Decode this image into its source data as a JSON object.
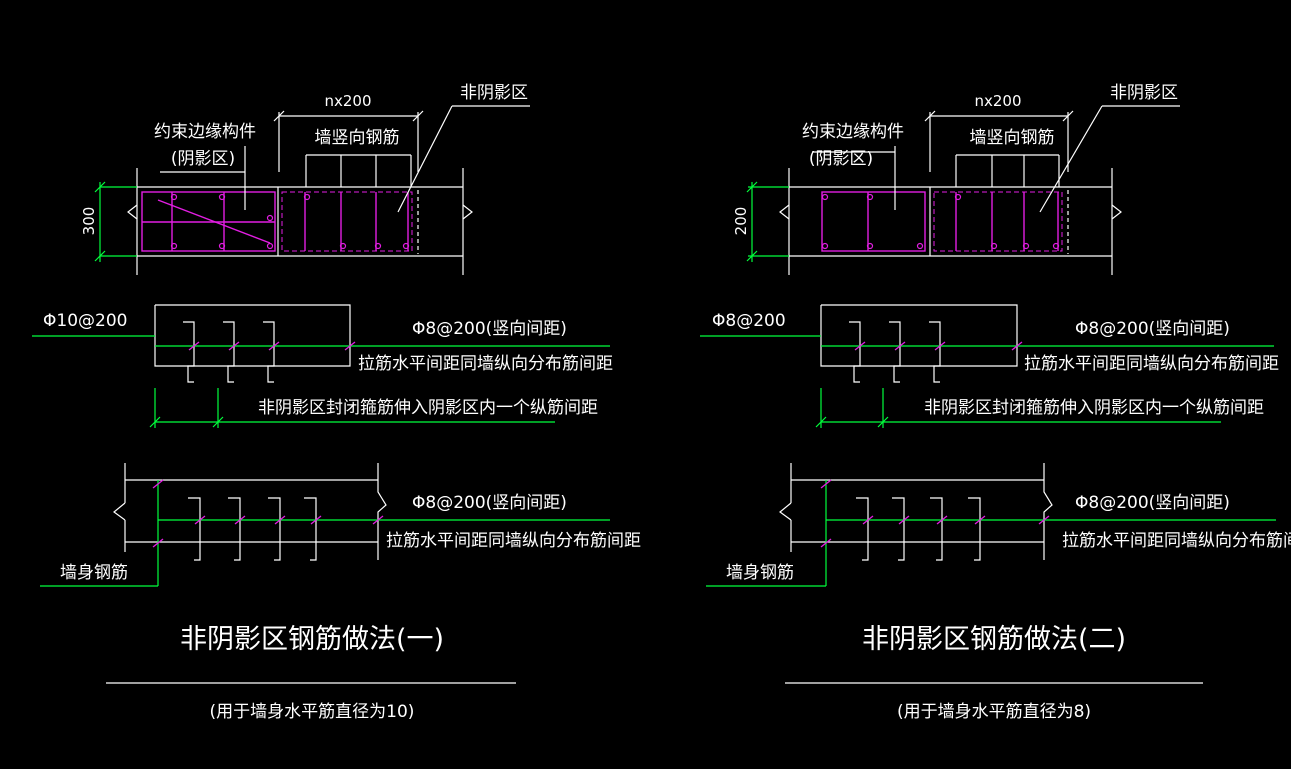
{
  "details": [
    {
      "dim_top": "nx200",
      "label_nonshadow": "非阴影区",
      "label_edge_member": "约束边缘构件",
      "label_shadow": "(阴影区)",
      "label_vertical_bar": "墙竖向钢筋",
      "dim_height": "300",
      "rebar_spec_left": "Φ10@200",
      "spacing_spec_1": "Φ8@200(竖向间距)",
      "tie_note_1": "拉筋水平间距同墙纵向分布筋间距",
      "anchor_note": "非阴影区封闭箍筋伸入阴影区内一个纵筋间距",
      "spacing_spec_2": "Φ8@200(竖向间距)",
      "tie_note_2": "拉筋水平间距同墙纵向分布筋间距",
      "wall_bar_label": "墙身钢筋",
      "title": "非阴影区钢筋做法(一)",
      "subtitle": "(用于墙身水平筋直径为10)"
    },
    {
      "dim_top": "nx200",
      "label_nonshadow": "非阴影区",
      "label_edge_member": "约束边缘构件",
      "label_shadow": "(阴影区)",
      "label_vertical_bar": "墙竖向钢筋",
      "dim_height": "200",
      "rebar_spec_left": "Φ8@200",
      "spacing_spec_1": "Φ8@200(竖向间距)",
      "tie_note_1": "拉筋水平间距同墙纵向分布筋间距",
      "anchor_note": "非阴影区封闭箍筋伸入阴影区内一个纵筋间距",
      "spacing_spec_2": "Φ8@200(竖向间距)",
      "tie_note_2": "拉筋水平间距同墙纵向分布筋间距",
      "wall_bar_label": "墙身钢筋",
      "title": "非阴影区钢筋做法(二)",
      "subtitle": "(用于墙身水平筋直径为8)"
    }
  ]
}
